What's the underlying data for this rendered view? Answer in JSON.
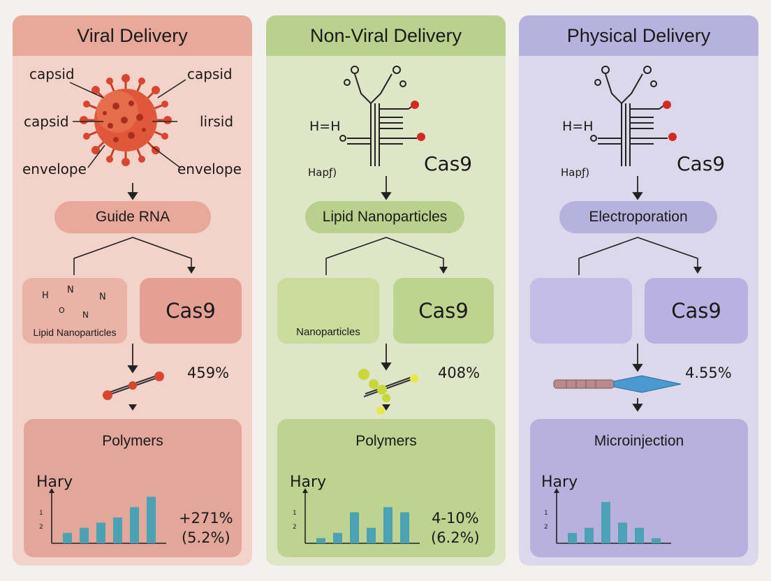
{
  "colors": {
    "viral_bg": "#f3d2c9",
    "viral_header": "#e8a99b",
    "viral_box": "#e3a093",
    "viral_bottom": "#e3a79a",
    "nonviral_bg": "#dfe6c7",
    "nonviral_header": "#b9d18c",
    "nonviral_box": "#bcd48d",
    "nonviral_bottom": "#bdd38f",
    "physical_bg": "#dcd8eb",
    "physical_header": "#b7b1de",
    "physical_box": "#b9b2e0",
    "physical_bottom": "#b8b1dd",
    "bar_color": "#4aa3b4"
  },
  "panels": [
    {
      "title": "Viral Delivery",
      "virus_labels": [
        "capsid",
        "capsid",
        "capsid",
        "lirsid",
        "envelope",
        "envelope"
      ],
      "pill": "Guide RNA",
      "left_box": {
        "title": "",
        "caption": "Lipid Nanoparticles",
        "mol_labels": [
          "H",
          "N",
          "O",
          "N",
          "N"
        ]
      },
      "right_box": "Cas9",
      "stat_mid": "459%",
      "bottom": {
        "title": "Polymers",
        "chart_label": "Hary",
        "ticks": [
          "1",
          "2"
        ],
        "stat": [
          "+271%",
          "(5.2%)"
        ]
      }
    },
    {
      "title": "Non-Viral Delivery",
      "struct_labels": [
        "H=H",
        "Hapƒ)",
        "Cas9"
      ],
      "pill": "Lipid Nanoparticles",
      "left_box": {
        "caption": "Nanoparticles"
      },
      "right_box": "Cas9",
      "stat_mid": "408%",
      "bottom": {
        "title": "Polymers",
        "chart_label": "Hary",
        "ticks": [
          "1",
          "2"
        ],
        "stat": [
          "4-10%",
          "(6.2%)"
        ]
      }
    },
    {
      "title": "Physical Delivery",
      "struct_labels": [
        "H=H",
        "Hapƒ)",
        "Cas9"
      ],
      "pill": "Electroporation",
      "left_box": {
        "caption": ""
      },
      "right_box": "Cas9",
      "stat_mid": "4.55%",
      "bottom": {
        "title": "Microinjection",
        "chart_label": "Hary",
        "ticks": [
          "1",
          "2"
        ],
        "stat": [
          "",
          ""
        ]
      }
    }
  ],
  "chart_data": [
    {
      "type": "bar",
      "title": "Polymers",
      "ylabel": "Hary",
      "values": [
        2,
        3,
        4,
        5,
        7,
        9
      ]
    },
    {
      "type": "bar",
      "title": "Polymers",
      "ylabel": "Hary",
      "values": [
        1,
        2,
        6,
        3,
        7,
        6
      ]
    },
    {
      "type": "bar",
      "title": "Microinjection",
      "ylabel": "Hary",
      "values": [
        2,
        3,
        8,
        4,
        3,
        1
      ]
    }
  ]
}
